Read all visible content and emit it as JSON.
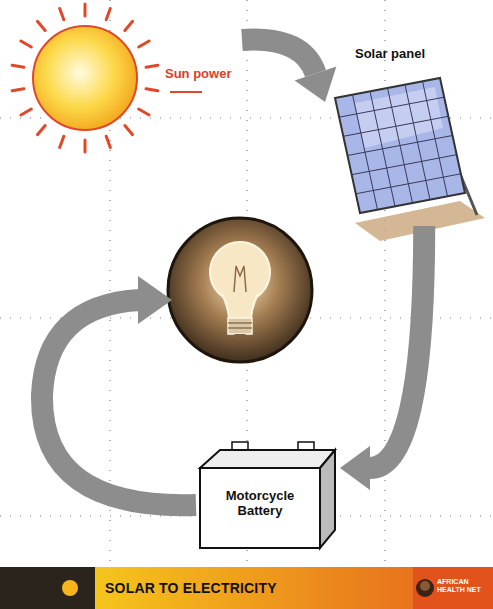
{
  "diagram": {
    "caption": "SOLAR TO ELECTRICITY",
    "nodes": [
      {
        "text": [
          "Sun power"
        ]
      },
      {
        "text": [
          "Solar panel"
        ]
      },
      {
        "text": [
          "Motorcycle Battery"
        ]
      }
    ],
    "edges": [
      {
        "from": 0,
        "to": 1,
        "arrow": "to"
      },
      {
        "from": 1,
        "to": 2,
        "arrow": "to"
      }
    ],
    "labels": [
      "AFRICAN HEALTH NET"
    ]
  }
}
